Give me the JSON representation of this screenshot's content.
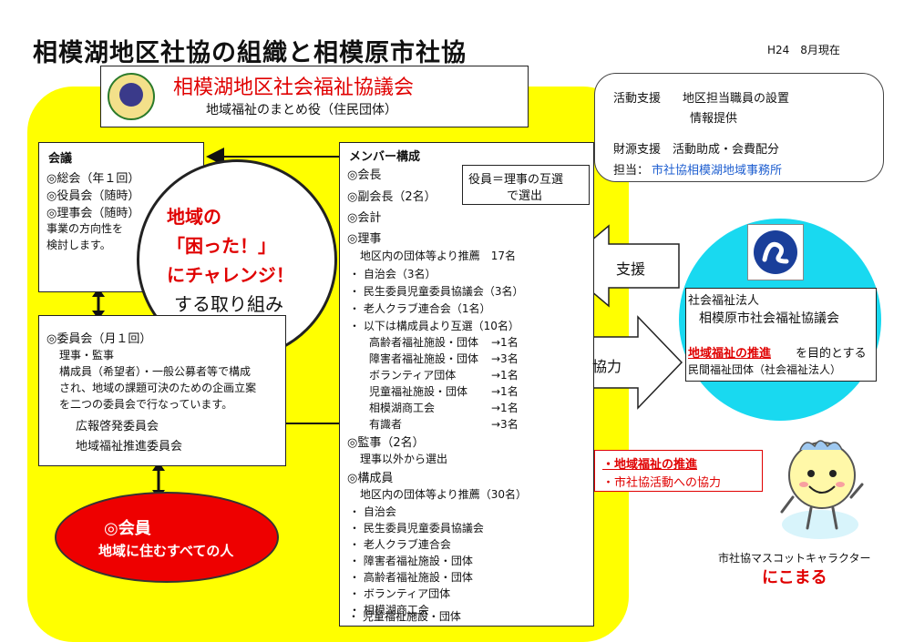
{
  "title": "相模湖地区社協の組織と相模原市社協",
  "date": "H24　8月現在",
  "header": {
    "name": "相模湖地区社会福祉協議会",
    "subtitle": "地域福祉のまとめ役（住民団体）"
  },
  "kaigi": {
    "heading": "会議",
    "lines": [
      "◎総会（年１回）",
      "◎役員会（随時）",
      "◎理事会（随時）",
      "事業の方向性を",
      "検討します。"
    ]
  },
  "circle": {
    "line1": "地域の",
    "line2": "「困った！」",
    "line3": "にチャレンジ！",
    "line4": "する取り組み"
  },
  "iinkai": {
    "heading": "◎委員会（月１回）",
    "lines": [
      "理事・監事",
      "構成員（希望者）・一般公募者等で構成",
      "され、地域の課題可決のための企画立案",
      "を二つの委員会で行なっています。"
    ],
    "committees": [
      "広報啓発委員会",
      "地域福祉推進委員会"
    ]
  },
  "kaiin": {
    "label": "◎会員",
    "sub": "地域に住むすべての人"
  },
  "member": {
    "heading": "メンバー構成",
    "officers": [
      "◎会長",
      "◎副会長（2名）",
      "◎会計"
    ],
    "officer_note": [
      "役員＝理事の互選",
      "で選出"
    ],
    "riji_heading": "◎理事",
    "riji_note": "地区内の団体等より推薦　17名",
    "riji_list": [
      "・ 自治会（3名）",
      "・ 民生委員児童委員協議会（3名）",
      "・ 老人クラブ連合会（1名）",
      "・ 以下は構成員より互選（10名）"
    ],
    "sub_list": [
      {
        "name": "高齢者福祉施設・団体",
        "count": "→1名"
      },
      {
        "name": "障害者福祉施設・団体",
        "count": "→3名"
      },
      {
        "name": "ボランティア団体",
        "count": "→1名"
      },
      {
        "name": "児童福祉施設・団体",
        "count": "→1名"
      },
      {
        "name": "相模湖商工会",
        "count": "→1名"
      },
      {
        "name": "有識者",
        "count": "→3名"
      }
    ],
    "kanji_heading": "◎監事（2名）",
    "kanji_note": "理事以外から選出",
    "kousei_heading": "◎構成員",
    "kousei_note": "地区内の団体等より推薦（30名）",
    "kousei_list": [
      "・ 自治会",
      "・ 民生委員児童委員協議会",
      "・ 老人クラブ連合会",
      "・ 障害者福祉施設・団体",
      "・ 高齢者福祉施設・団体",
      "・ ボランティア団体",
      "・ 相模湖商工会",
      "・ 児童福祉施設・団体"
    ]
  },
  "callout": {
    "katsudo_label": "活動支援",
    "katsudo_items": [
      "地区担当職員の設置",
      "情報提供"
    ],
    "zaigen": "財源支援　活動助成・会費配分",
    "tanto_label": "担当：",
    "tanto_value": "市社協相模湖地域事務所"
  },
  "arrows": {
    "shien": "支援",
    "kyoryoku": "協力"
  },
  "shakyo": {
    "line1": "社会福祉法人",
    "line2": "相模原市社会福祉協議会",
    "line3_red": "地域福祉の推進",
    "line3_rest": "を目的とする",
    "line4": "民間福祉団体（社会福祉法人）"
  },
  "red_note": [
    "・地域福祉の推進",
    "・市社協活動への協力"
  ],
  "mascot": {
    "caption": "市社協マスコットキャラクター",
    "name": "にこまる"
  }
}
